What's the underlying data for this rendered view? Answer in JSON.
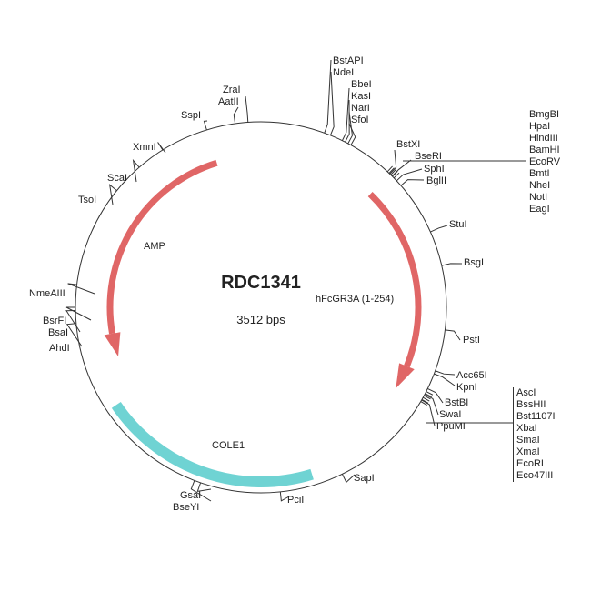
{
  "plasmid": {
    "name": "RDC1341",
    "size": "3512 bps"
  },
  "features": {
    "amp": "AMP",
    "insert": "hFcGR3A (1-254)",
    "ori": "COLE1"
  },
  "colors": {
    "amp_arrow": "#e06666",
    "insert_arrow": "#e06666",
    "ori_arc": "#6fd3d3",
    "backbone": "#333333"
  },
  "sites": {
    "bstapi": "BstAPI",
    "ndei": "NdeI",
    "bbei": "BbeI",
    "kasi": "KasI",
    "nari": "NarI",
    "sfoi": "SfoI",
    "zrai": "ZraI",
    "aatii": "AatII",
    "sspi": "SspI",
    "xmni": "XmnI",
    "scai": "ScaI",
    "tsoi": "TsoI",
    "nmeaiii": "NmeAIII",
    "bsrfi": "BsrFI",
    "bsai": "BsaI",
    "ahdi": "AhdI",
    "gsai": "GsaI",
    "bseyi": "BseYI",
    "pcii": "PciI",
    "sapi": "SapI",
    "bstxi": "BstXI",
    "bseri": "BseRI",
    "sphi": "SphI",
    "bglii": "BglII",
    "stui": "StuI",
    "bsgi": "BsgI",
    "psti": "PstI",
    "acc65i": "Acc65I",
    "kpni": "KpnI",
    "bstbi": "BstBI",
    "swai": "SwaI",
    "ppumi": "PpuMI"
  },
  "mcs1": [
    "BmgBI",
    "HpaI",
    "HindIII",
    "BamHI",
    "EcoRV",
    "BmtI",
    "NheI",
    "NotI",
    "EagI"
  ],
  "mcs2": [
    "AscI",
    "BssHII",
    "Bst1107I",
    "XbaI",
    "SmaI",
    "XmaI",
    "EcoRI",
    "Eco47III"
  ]
}
